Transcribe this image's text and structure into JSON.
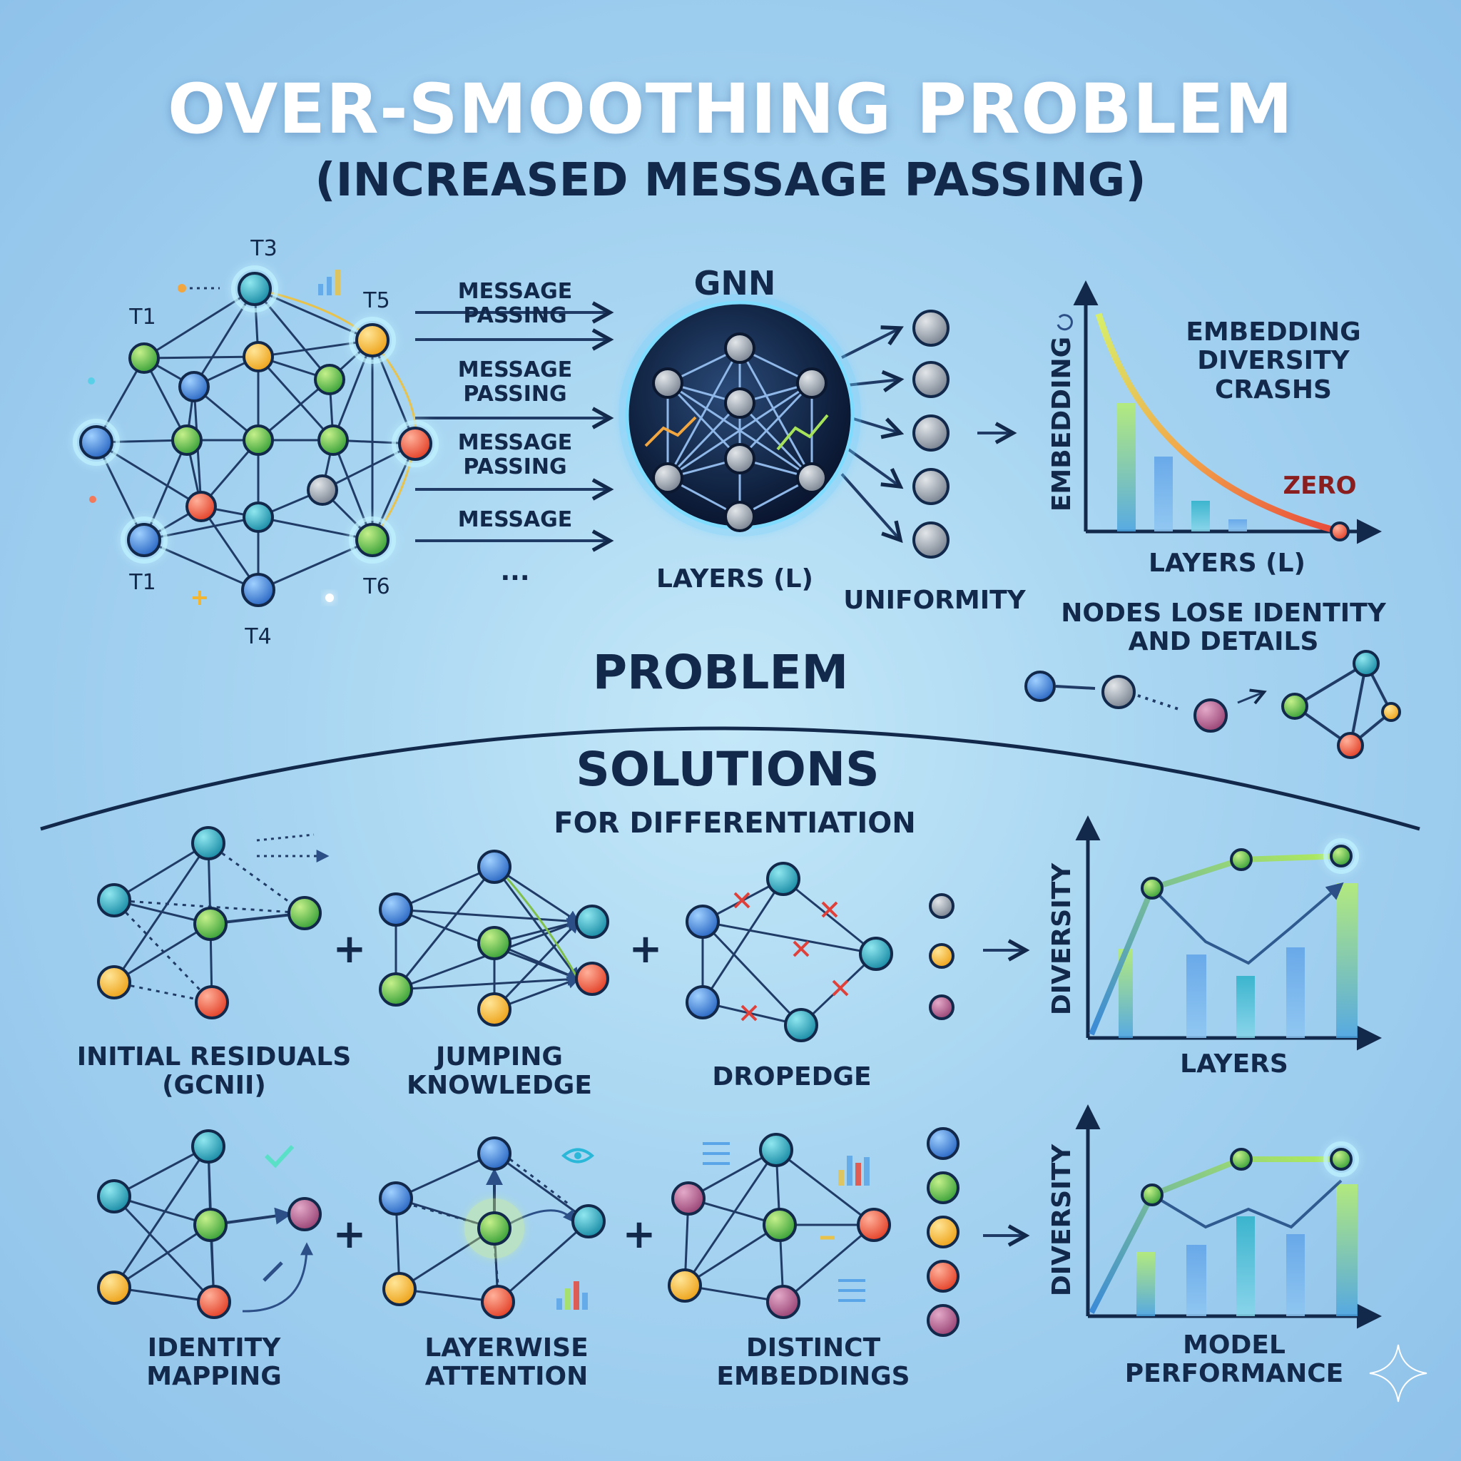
{
  "title": "OVER-SMOOTHING PROBLEM",
  "subtitle": "(INCREASED MESSAGE PASSING)",
  "graph_labels": [
    "T3",
    "T5",
    "T1",
    "T1",
    "T6",
    "T4"
  ],
  "message_labels": [
    "MESSAGE PASSING",
    "MESSAGE PASSING",
    "MESSAGE PASSING",
    "MESSAGE"
  ],
  "ellipsis": "...",
  "gnn": {
    "label": "GNN",
    "layers_label": "LAYERS (L)"
  },
  "uniformity_label": "UNIFORMITY",
  "embedding_chart": {
    "title": "EMBEDDING DIVERSITY CRASHS",
    "ylabel": "EMBEDDING",
    "xlabel": "LAYERS (L)",
    "annotation": "ZERO"
  },
  "nodes_lose_label": "NODES LOSE IDENTITY AND DETAILS",
  "problem_label": "PROBLEM",
  "solutions_label": "SOLUTIONS",
  "solutions_sub": "FOR DIFFERENTIATION",
  "plus": "+",
  "methods": [
    "INITIAL RESIDUALS (GCNII)",
    "JUMPING KNOWLEDGE",
    "DROPEDGE",
    "IDENTITY MAPPING",
    "LAYERWISE ATTENTION",
    "DISTINCT EMBEDDINGS"
  ],
  "diversity_chart_1": {
    "ylabel": "DIVERSITY",
    "xlabel": "LAYERS"
  },
  "diversity_chart_2": {
    "ylabel": "DIVERSITY",
    "xlabel": "MODEL PERFORMANCE"
  },
  "colors": {
    "navy": "#13294b",
    "node_blue": "#3b7fd6",
    "node_green": "#5cc04a",
    "node_orange": "#f2b632",
    "node_red": "#ec5b3a",
    "node_teal": "#2aa8b8",
    "node_gray": "#8e98a6",
    "curve_green": "#a6e35a",
    "curve_red": "#e8483a"
  }
}
